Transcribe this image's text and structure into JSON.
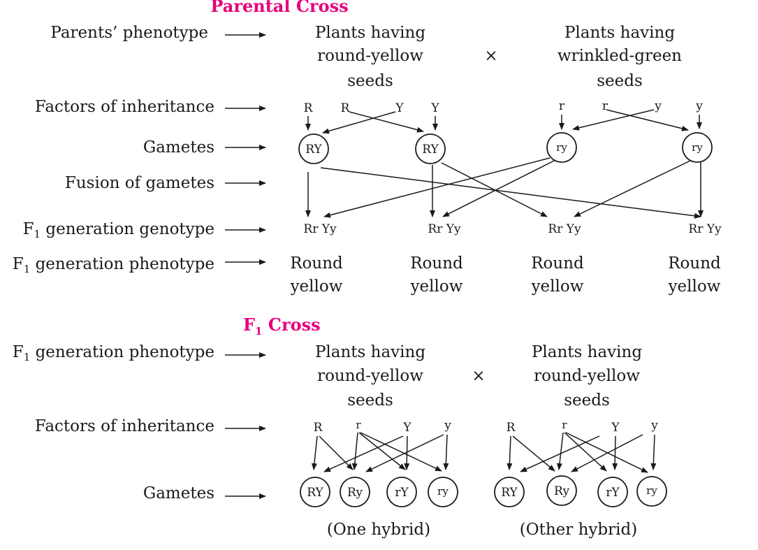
{
  "parental": {
    "title": "Parental Cross",
    "labels": {
      "phenotype": "Parents’ phenotype",
      "factors": "Factors of inheritance",
      "gametes": "Gametes",
      "fusion": "Fusion of gametes",
      "f1_genotype_pre": "F",
      "f1_genotype_sub": "1",
      "f1_genotype_post": " generation genotype",
      "f1_phenotype_pre": "F",
      "f1_phenotype_sub": "1",
      "f1_phenotype_post": " generation phenotype"
    },
    "parent1": [
      "Plants having",
      "round-yellow",
      "seeds"
    ],
    "parent2": [
      "Plants having",
      "wrinkled-green",
      "seeds"
    ],
    "cross": "×",
    "factors1": [
      "R",
      "R",
      "Y",
      "Y"
    ],
    "factors2": [
      "r",
      "r",
      "y",
      "y"
    ],
    "gametes": [
      "RY",
      "RY",
      "ry",
      "ry"
    ],
    "genotypes": [
      "Rr Yy",
      "Rr Yy",
      "Rr Yy",
      "Rr Yy"
    ],
    "phenotypes": [
      [
        "Round",
        "yellow"
      ],
      [
        "Round",
        "yellow"
      ],
      [
        "Round",
        "yellow"
      ],
      [
        "Round",
        "yellow"
      ]
    ]
  },
  "f1cross": {
    "title_pre": "F",
    "title_sub": "1",
    "title_post": " Cross",
    "labels": {
      "phenotype_pre": "F",
      "phenotype_sub": "1",
      "phenotype_post": " generation phenotype",
      "factors": "Factors of inheritance",
      "gametes": "Gametes"
    },
    "parent1": [
      "Plants having",
      "round-yellow",
      "seeds"
    ],
    "parent2": [
      "Plants having",
      "round-yellow",
      "seeds"
    ],
    "cross": "×",
    "factors1": [
      "R",
      "r",
      "Y",
      "y"
    ],
    "factors2": [
      "R",
      "r",
      "Y",
      "y"
    ],
    "gametes1": [
      "RY",
      "Ry",
      "rY",
      "ry"
    ],
    "gametes2": [
      "RY",
      "Ry",
      "rY",
      "ry"
    ],
    "hybrid1": "(One hybrid)",
    "hybrid2": "(Other hybrid)"
  }
}
